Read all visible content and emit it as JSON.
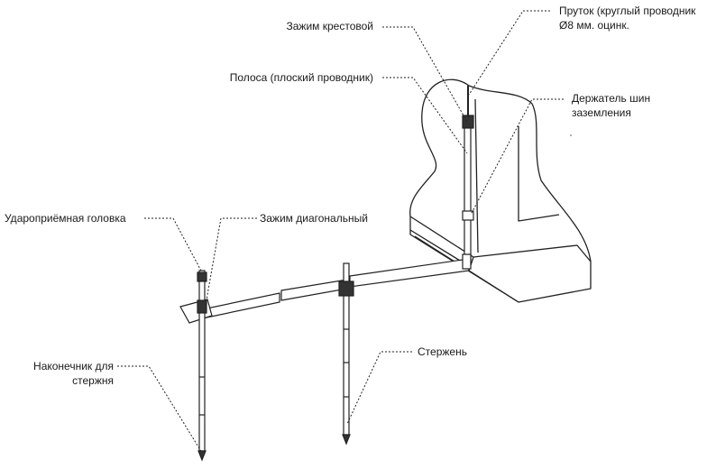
{
  "labels": {
    "cross_clamp": "Зажим крестовой",
    "round_conductor_1": "Пруток (круглый проводник",
    "round_conductor_2": "Ø8 мм. оцинк.",
    "strip": "Полоса (плоский проводник)",
    "bus_holder_1": "Держатель шин",
    "bus_holder_2": "заземления",
    "strike_head": "Удароприёмная головка",
    "diagonal_clamp": "Зажим диагональный",
    "rod": "Стержень",
    "rod_tip_1": "Наконечник для",
    "rod_tip_2": "стержня"
  }
}
